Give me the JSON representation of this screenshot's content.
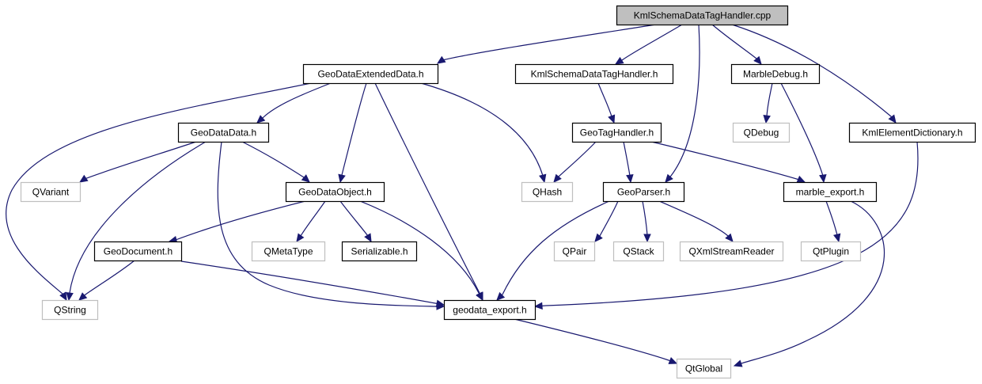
{
  "diagram": {
    "type": "include-dependency-graph",
    "colors": {
      "edge": "#191970",
      "root_fill": "#bfbfbf",
      "root_border": "#000000",
      "local_border": "#000000",
      "external_border": "#bfbfbf",
      "node_fill": "#ffffff"
    },
    "nodes": [
      {
        "id": "root",
        "label": "KmlSchemaDataTagHandler.cpp",
        "kind": "root"
      },
      {
        "id": "gded",
        "label": "GeoDataExtendedData.h",
        "kind": "local"
      },
      {
        "id": "ksdth",
        "label": "KmlSchemaDataTagHandler.h",
        "kind": "local"
      },
      {
        "id": "mdbg",
        "label": "MarbleDebug.h",
        "kind": "local"
      },
      {
        "id": "ked",
        "label": "KmlElementDictionary.h",
        "kind": "local"
      },
      {
        "id": "gdd",
        "label": "GeoDataData.h",
        "kind": "local"
      },
      {
        "id": "gth",
        "label": "GeoTagHandler.h",
        "kind": "local"
      },
      {
        "id": "qdebug",
        "label": "QDebug",
        "kind": "external"
      },
      {
        "id": "qvariant",
        "label": "QVariant",
        "kind": "external"
      },
      {
        "id": "gdo",
        "label": "GeoDataObject.h",
        "kind": "local"
      },
      {
        "id": "qhash",
        "label": "QHash",
        "kind": "external"
      },
      {
        "id": "gp",
        "label": "GeoParser.h",
        "kind": "local"
      },
      {
        "id": "mexp",
        "label": "marble_export.h",
        "kind": "local"
      },
      {
        "id": "gdoc",
        "label": "GeoDocument.h",
        "kind": "local"
      },
      {
        "id": "qmeta",
        "label": "QMetaType",
        "kind": "external"
      },
      {
        "id": "ser",
        "label": "Serializable.h",
        "kind": "local"
      },
      {
        "id": "qpair",
        "label": "QPair",
        "kind": "external"
      },
      {
        "id": "qstack",
        "label": "QStack",
        "kind": "external"
      },
      {
        "id": "qxml",
        "label": "QXmlStreamReader",
        "kind": "external"
      },
      {
        "id": "qtplugin",
        "label": "QtPlugin",
        "kind": "external"
      },
      {
        "id": "qstring",
        "label": "QString",
        "kind": "external"
      },
      {
        "id": "gexp",
        "label": "geodata_export.h",
        "kind": "local"
      },
      {
        "id": "qtglobal",
        "label": "QtGlobal",
        "kind": "external"
      }
    ],
    "edges": [
      [
        "root",
        "gded"
      ],
      [
        "root",
        "ksdth"
      ],
      [
        "root",
        "gp"
      ],
      [
        "root",
        "mdbg"
      ],
      [
        "root",
        "ked"
      ],
      [
        "gded",
        "gdd"
      ],
      [
        "gded",
        "gdo"
      ],
      [
        "gded",
        "gexp"
      ],
      [
        "gded",
        "qhash"
      ],
      [
        "gded",
        "qstring"
      ],
      [
        "ksdth",
        "gth"
      ],
      [
        "mdbg",
        "qdebug"
      ],
      [
        "mdbg",
        "mexp"
      ],
      [
        "ked",
        "gexp"
      ],
      [
        "gdd",
        "qvariant"
      ],
      [
        "gdd",
        "gdo"
      ],
      [
        "gdd",
        "qstring"
      ],
      [
        "gdd",
        "gexp"
      ],
      [
        "gth",
        "qhash"
      ],
      [
        "gth",
        "gp"
      ],
      [
        "gth",
        "mexp"
      ],
      [
        "gdo",
        "gdoc"
      ],
      [
        "gdo",
        "qmeta"
      ],
      [
        "gdo",
        "ser"
      ],
      [
        "gdo",
        "gexp"
      ],
      [
        "gp",
        "gexp"
      ],
      [
        "gp",
        "qpair"
      ],
      [
        "gp",
        "qstack"
      ],
      [
        "gp",
        "qxml"
      ],
      [
        "mexp",
        "qtplugin"
      ],
      [
        "mexp",
        "qtglobal"
      ],
      [
        "gdoc",
        "qstring"
      ],
      [
        "gdoc",
        "gexp"
      ],
      [
        "gexp",
        "qtglobal"
      ]
    ]
  }
}
